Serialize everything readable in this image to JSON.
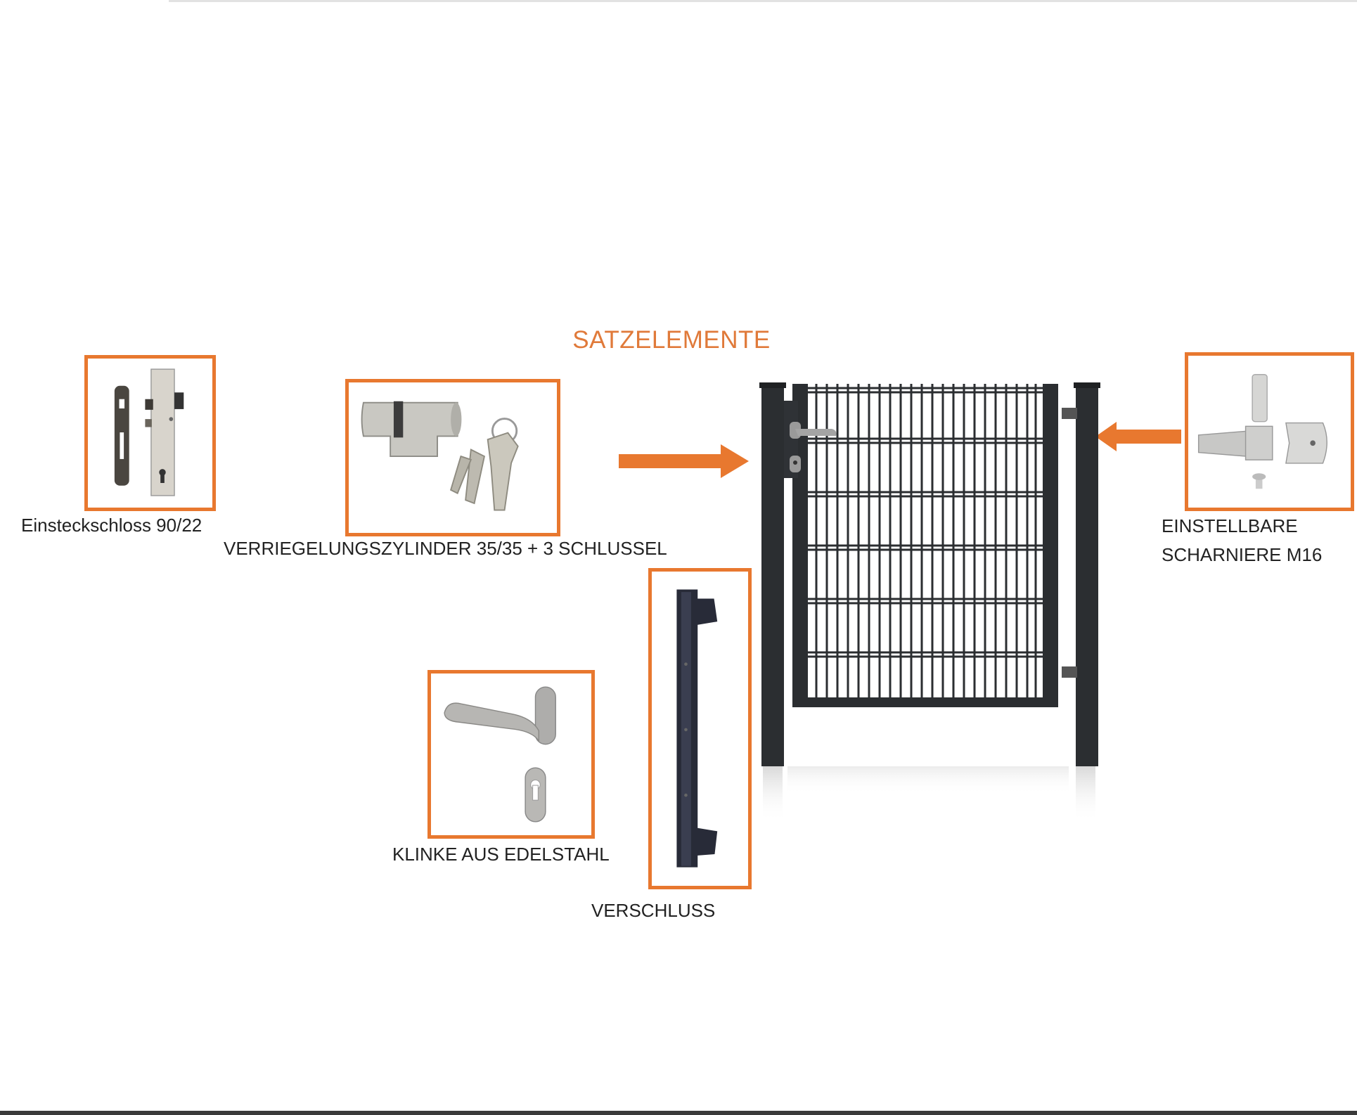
{
  "title": "SATZELEMENTE",
  "items": [
    {
      "label": "Einsteckschloss 90/22",
      "icon": "mortise-lock-icon"
    },
    {
      "label": "VERRIEGELUNGSZYLINDER 35/35 + 3 SCHLUSSEL",
      "icon": "lock-cylinder-keys-icon"
    },
    {
      "label": "KLINKE AUS EDELSTAHL",
      "icon": "door-handle-icon"
    },
    {
      "label": "VERSCHLUSS",
      "icon": "latch-bar-icon"
    },
    {
      "label_line1": "EINSTELLBARE",
      "label_line2": "SCHARNIERE M16",
      "icon": "hinge-icon"
    }
  ],
  "colors": {
    "accent": "#e8782f",
    "gate": "#2b2e31"
  }
}
